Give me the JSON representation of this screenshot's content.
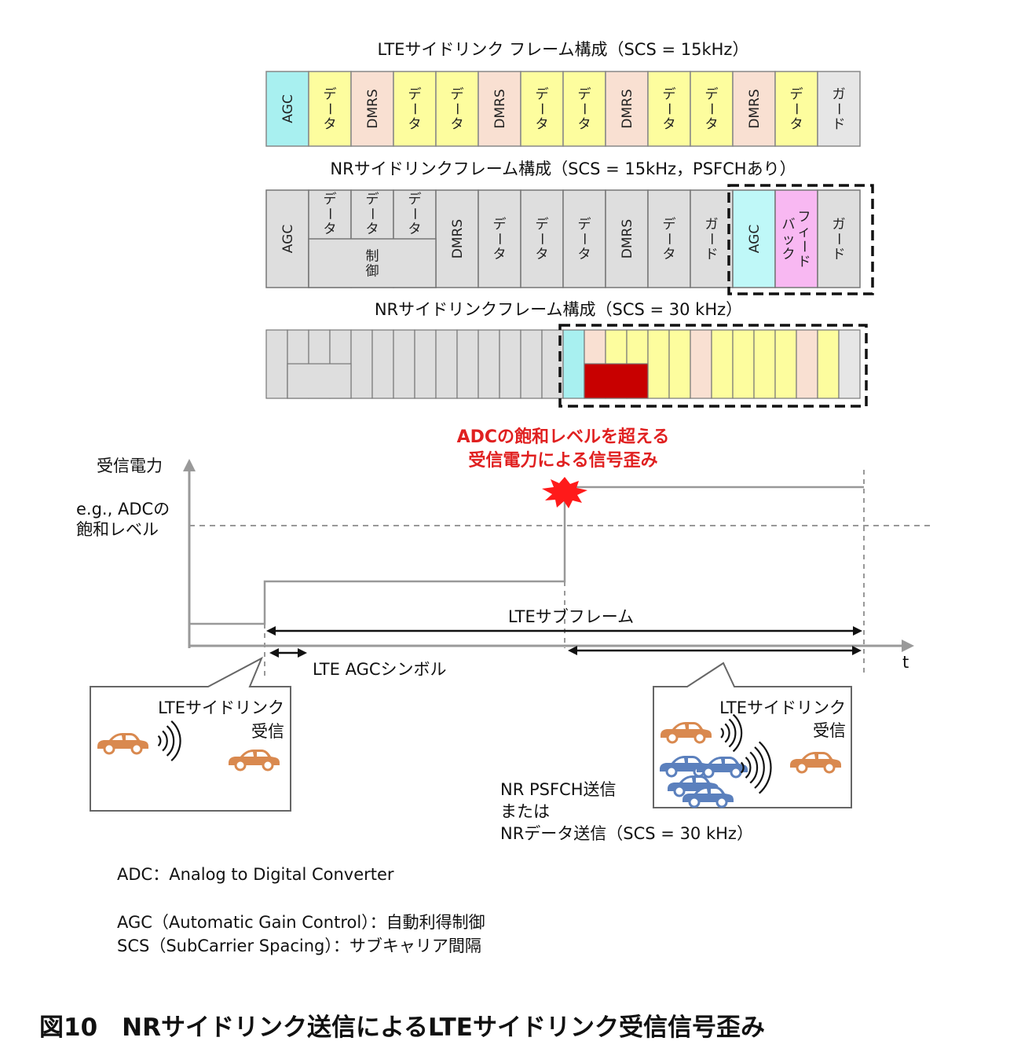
{
  "lte_frame": {
    "title": "LTEサイドリンク フレーム構成（SCS = 15kHz）",
    "cells": [
      {
        "label": "AGC",
        "color": "#a8f0f0"
      },
      {
        "label": "データ",
        "color": "#fdfd9e"
      },
      {
        "label": "DMRS",
        "color": "#f9e0d2"
      },
      {
        "label": "データ",
        "color": "#fdfd9e"
      },
      {
        "label": "データ",
        "color": "#fdfd9e"
      },
      {
        "label": "DMRS",
        "color": "#f9e0d2"
      },
      {
        "label": "データ",
        "color": "#fdfd9e"
      },
      {
        "label": "データ",
        "color": "#fdfd9e"
      },
      {
        "label": "DMRS",
        "color": "#f9e0d2"
      },
      {
        "label": "データ",
        "color": "#fdfd9e"
      },
      {
        "label": "データ",
        "color": "#fdfd9e"
      },
      {
        "label": "DMRS",
        "color": "#f9e0d2"
      },
      {
        "label": "データ",
        "color": "#fdfd9e"
      },
      {
        "label": "ガード",
        "color": "#e6e6e6"
      }
    ]
  },
  "nr15_frame": {
    "title": "NRサイドリンクフレーム構成（SCS = 15kHz，PSFCHあり）",
    "cells": [
      {
        "label": "AGC"
      },
      {
        "label": "データ"
      },
      {
        "label": "データ"
      },
      {
        "label": "データ"
      },
      {
        "label": "DMRS"
      },
      {
        "label": "データ"
      },
      {
        "label": "データ"
      },
      {
        "label": "データ"
      },
      {
        "label": "DMRS"
      },
      {
        "label": "データ"
      },
      {
        "label": "ガード"
      },
      {
        "label": "AGC",
        "color": "#bff8f8"
      },
      {
        "label": "フィードバック",
        "color": "#f8b8f2"
      },
      {
        "label": "ガード"
      }
    ],
    "control_label": "制御",
    "gray_color": "#dedede"
  },
  "nr30_frame": {
    "title": "NRサイドリンクフレーム構成（SCS = 30 kHz）"
  },
  "timing": {
    "red_note_1": "ADCの飽和レベルを超える",
    "red_note_2": "受信電力による信号歪み",
    "y_axis_label": "受信電力",
    "adc_label_1": "e.g., ADCの",
    "adc_label_2": "飽和レベル",
    "subframe_label": "LTEサブフレーム",
    "agc_symbol_label": "LTE AGCシンボル",
    "t_label": "t"
  },
  "bubble_left": {
    "line1": "LTEサイドリンク",
    "line2": "受信"
  },
  "bubble_right": {
    "line1": "LTEサイドリンク",
    "line2": "受信"
  },
  "nr_tx_note": {
    "line1": "NR PSFCH送信",
    "line2": "または",
    "line3": "NRデータ送信（SCS = 30 kHz）"
  },
  "notes": {
    "adc": "ADC：Analog to Digital Converter",
    "agc": "AGC（Automatic Gain Control）：自動利得制御",
    "scs": "SCS（SubCarrier Spacing）：サブキャリア間隔"
  },
  "caption": "図10　NRサイドリンク送信によるLTEサイドリンク受信信号歪み",
  "colors": {
    "agc": "#a8f0f0",
    "data": "#fdfd9e",
    "dmrs": "#f9e0d2",
    "guard": "#e6e6e6",
    "ctrl": "#c80000",
    "red_text": "#e02020",
    "car_orange": "#d9894f",
    "car_blue": "#5b80bd"
  }
}
